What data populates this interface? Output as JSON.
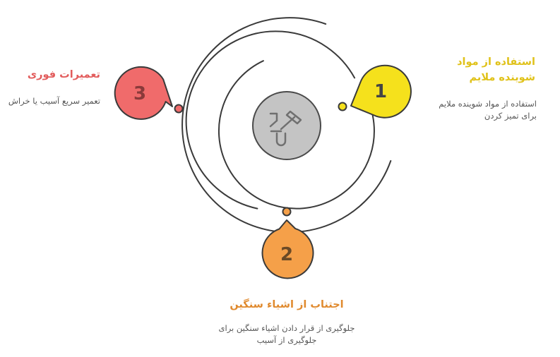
{
  "colors": {
    "yellow": "#f5e11c",
    "orange": "#f5a049",
    "red": "#f06b6b",
    "yellow_title": "#e0c21a",
    "orange_title": "#e08a2e",
    "red_title": "#e25c5c",
    "ring": "#3a3a3a",
    "center_fill": "#c4c4c4"
  },
  "center": {
    "icon": "wrench-nut-icon"
  },
  "steps": [
    {
      "number": "1",
      "title": "استفاده از مواد شوینده ملایم",
      "description": "استفاده از مواد شوینده ملایم برای تمیز کردن"
    },
    {
      "number": "2",
      "title": "اجتناب از اشیاء سنگین",
      "description": "جلوگیری از قرار دادن اشیاء سنگین برای جلوگیری از آسیب"
    },
    {
      "number": "3",
      "title": "تعمیرات فوری",
      "description": "تعمیر سریع آسیب یا خراش"
    }
  ]
}
